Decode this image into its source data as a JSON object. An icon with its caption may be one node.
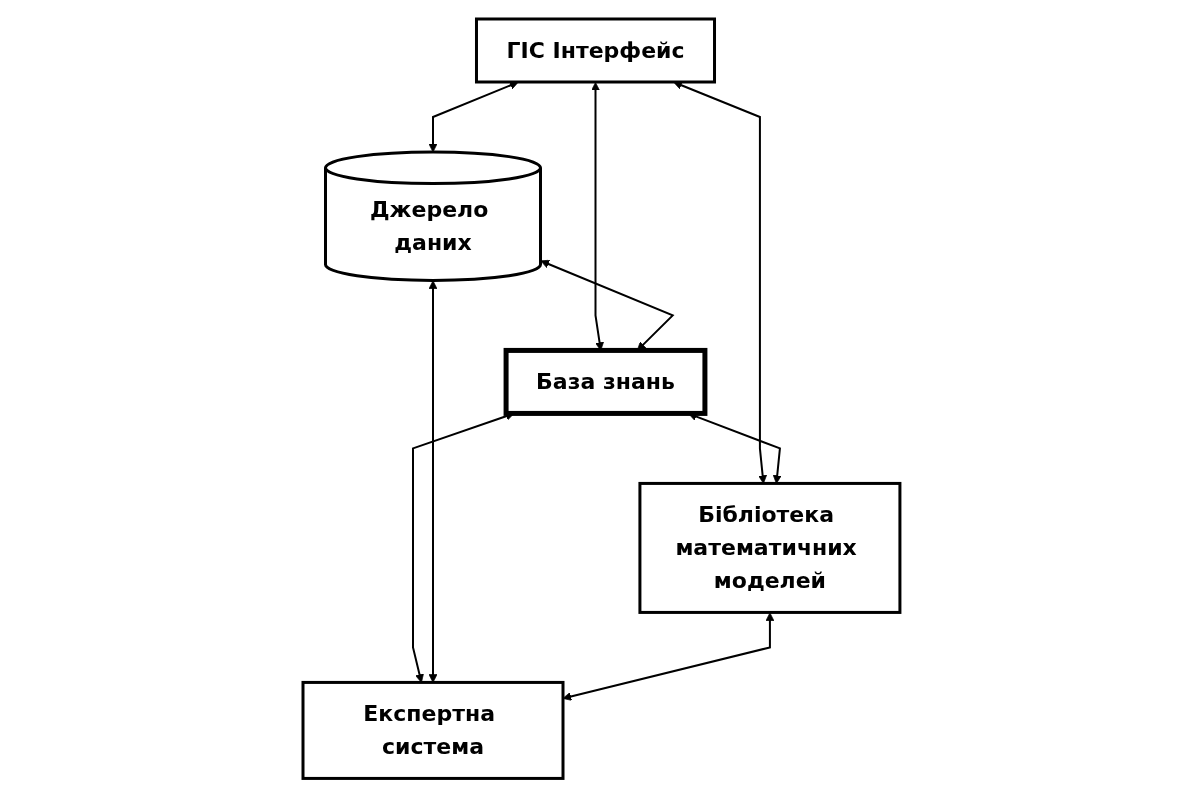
{
  "diagram": {
    "nodes": [
      {
        "text": [
          "ГІС Інтерфейс"
        ]
      },
      {
        "text": [
          "Джерело даних"
        ]
      },
      {
        "text": [
          "База знань"
        ]
      },
      {
        "text": [
          "Бібліотека математичних моделей"
        ]
      },
      {
        "text": [
          "Експертна система"
        ]
      }
    ],
    "edges": [
      {
        "from": 0,
        "to": 1,
        "arrow": "both"
      },
      {
        "from": 0,
        "to": 2,
        "arrow": "both"
      },
      {
        "from": 0,
        "to": 3,
        "arrow": "both"
      },
      {
        "from": 1,
        "to": 2,
        "arrow": "both"
      },
      {
        "from": 2,
        "to": 3,
        "arrow": "both"
      },
      {
        "from": 2,
        "to": 4,
        "arrow": "both"
      },
      {
        "from": 1,
        "to": 4,
        "arrow": "both"
      },
      {
        "from": 3,
        "to": 4,
        "arrow": "both"
      }
    ]
  }
}
